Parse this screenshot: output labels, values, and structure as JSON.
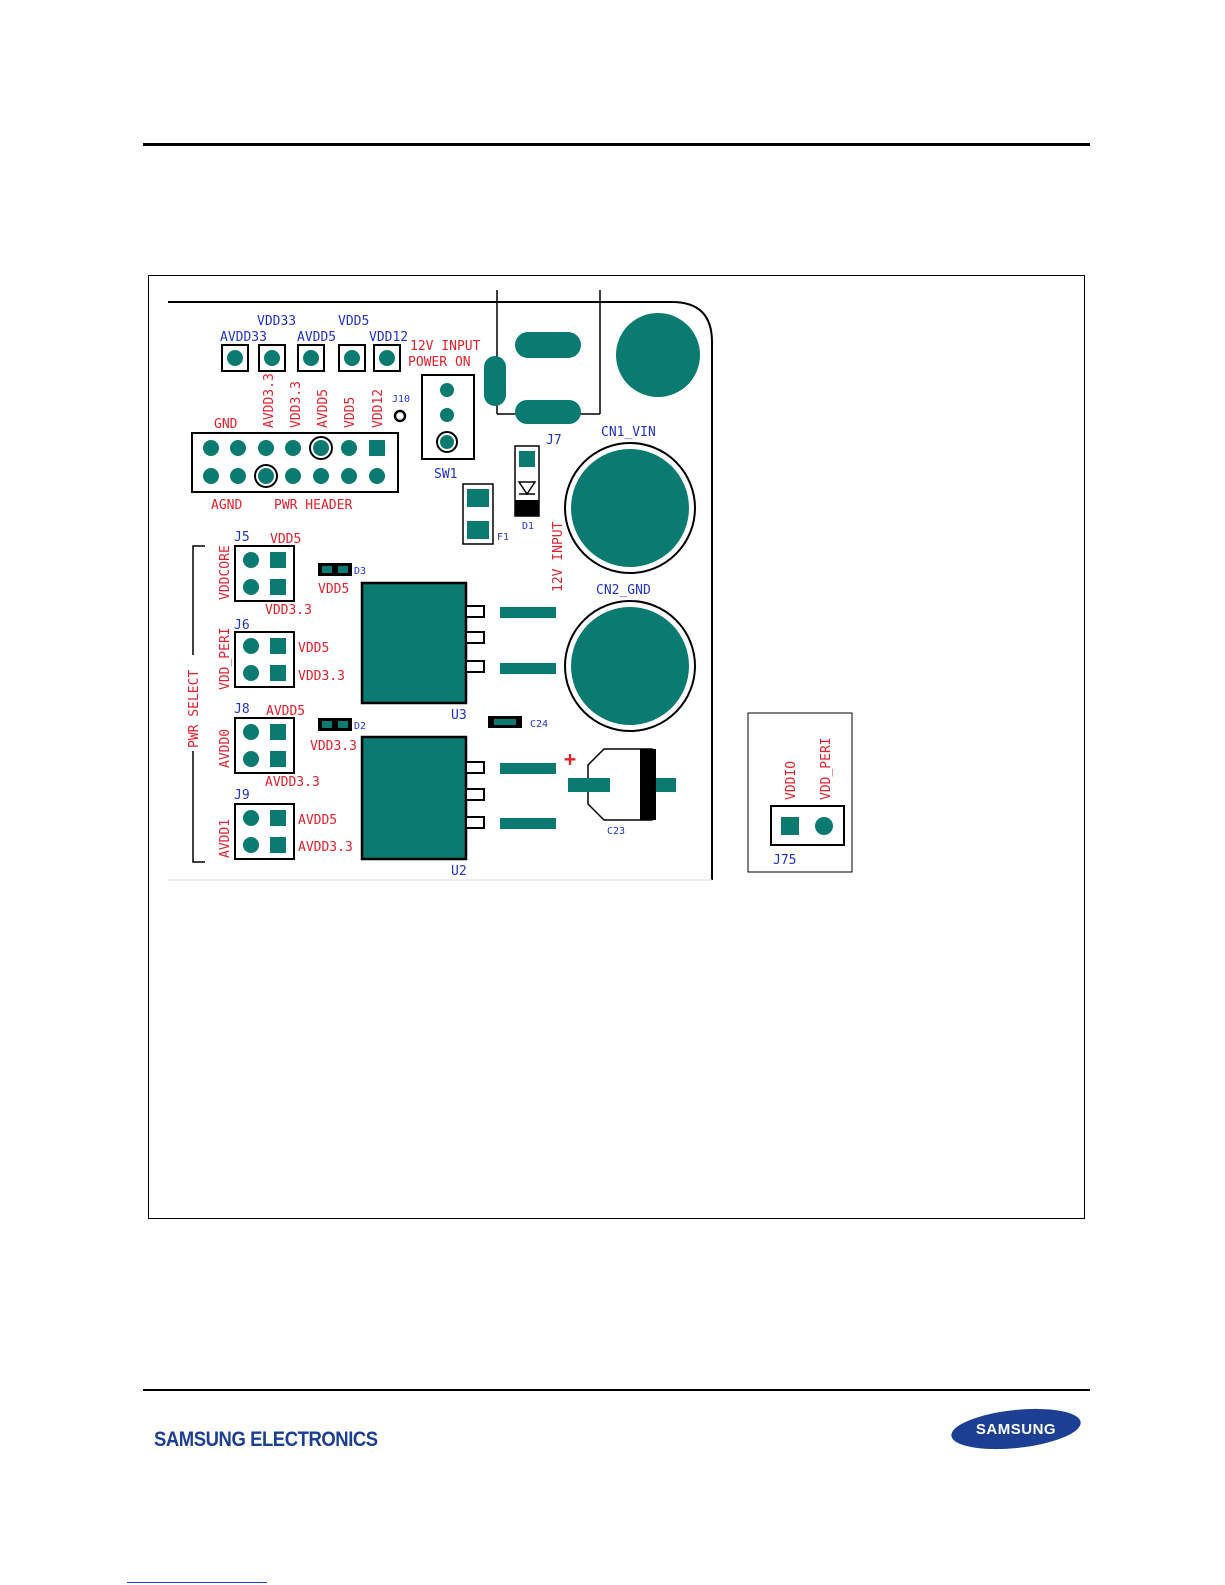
{
  "labels": {
    "avdd33": "AVDD33",
    "vdd33": "VDD33",
    "avdd5": "AVDD5",
    "vdd5": "VDD5",
    "vdd12": "VDD12",
    "input12v": "12V INPUT",
    "power_on": "POWER ON",
    "gnd": "GND",
    "hdr_avdd33": "AVDD3.3",
    "hdr_vdd33": "VDD3.3",
    "hdr_avdd5": "AVDD5",
    "hdr_vdd5": "VDD5",
    "hdr_vdd12": "VDD12",
    "j10": "J10",
    "agnd": "AGND",
    "pwr_header": "PWR HEADER",
    "sw1": "SW1",
    "j7": "J7",
    "cn1": "CN1_VIN",
    "d1": "D1",
    "f1": "F1",
    "input12v_vert": "12V INPUT",
    "cn2": "CN2_GND",
    "j5": "J5",
    "j5_vdd5": "VDD5",
    "vddcore": "VDDCORE",
    "d3": "D3",
    "d3_vdd5": "VDD5",
    "j5_vdd33": "VDD3.3",
    "j6": "J6",
    "vdd_peri": "VDD_PERI",
    "j6_vdd5": "VDD5",
    "j6_vdd33": "VDD3.3",
    "pwr_select": "PWR SELECT",
    "u3": "U3",
    "c24": "C24",
    "j8": "J8",
    "j8_avdd5": "AVDD5",
    "avdd0": "AVDD0",
    "d2": "D2",
    "d2_vdd33": "VDD3.3",
    "j8_avdd33": "AVDD3.3",
    "plus": "+",
    "j9": "J9",
    "avdd1": "AVDD1",
    "j9_avdd5": "AVDD5",
    "j9_avdd33": "AVDD3.3",
    "c23": "C23",
    "u2": "U2",
    "j75_vddio": "VDDIO",
    "j75_vdd_peri": "VDD_PERI",
    "j75": "J75"
  },
  "footer": {
    "brand": "SAMSUNG ELECTRONICS",
    "logo_text": "SAMSUNG"
  },
  "colors": {
    "pad": "#0b7a70",
    "label_red": "#e4202c",
    "label_blue": "#2233c8",
    "brand_blue": "#1c3f94"
  }
}
